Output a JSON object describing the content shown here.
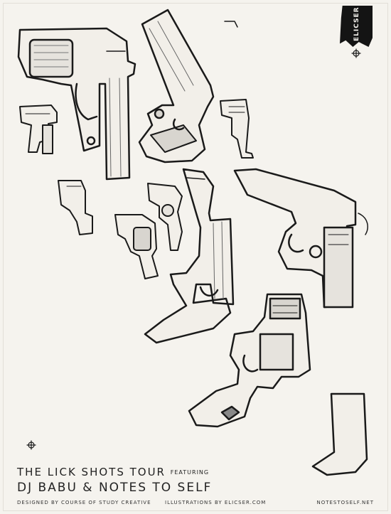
{
  "poster": {
    "title_main": "THE LICK SHOTS TOUR",
    "title_featuring": "FEATURING",
    "subtitle": "DJ BABU & NOTES TO SELF",
    "credit_design": "DESIGNED BY COURSE OF STUDY CREATIVE",
    "credit_illustrations": "ILLUSTRATIONS BY ELICSER.COM",
    "credit_website": "NOTESTOSELF.NET",
    "logo_text": "ELICSER"
  },
  "colors": {
    "ink": "#1a1a1a",
    "paper": "#f5f3ee",
    "shade": "#d8d5cf"
  },
  "icons": [
    "crosshair-icon",
    "crosshair-icon"
  ]
}
